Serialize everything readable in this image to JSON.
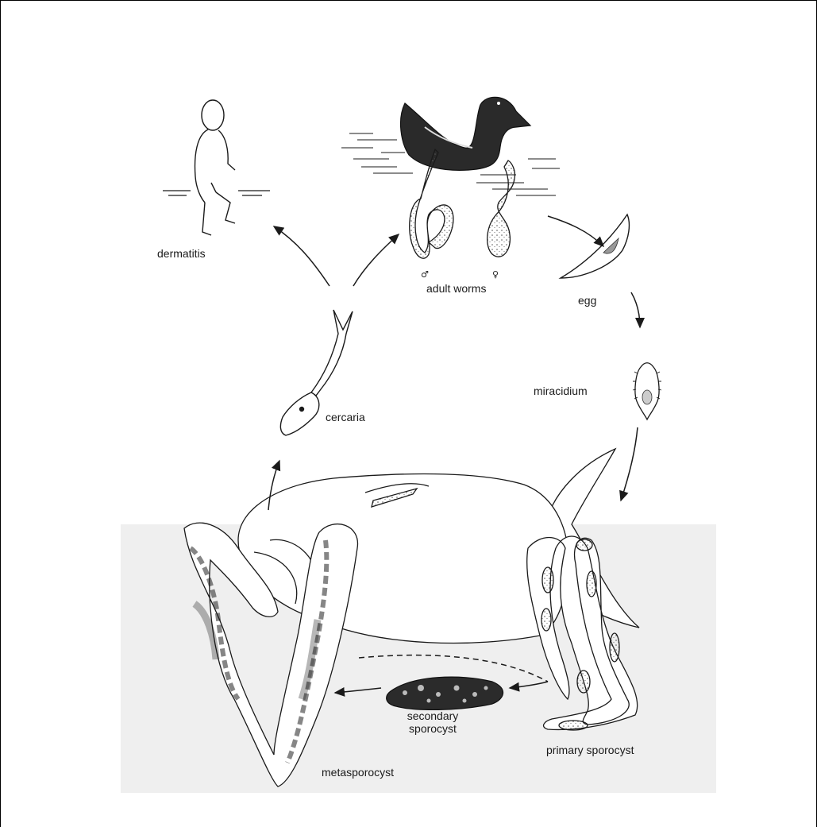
{
  "labels": {
    "dermatitis": "dermatitis",
    "adult_worms": "adult worms",
    "male_symbol": "♂",
    "female_symbol": "♀",
    "egg": "egg",
    "miracidium": "miracidium",
    "cercaria": "cercaria",
    "secondary_sporocyst_line1": "secondary",
    "secondary_sporocyst_line2": "sporocyst",
    "primary_sporocyst": "primary sporocyst",
    "metasporocyst": "metasporocyst"
  },
  "colors": {
    "ink": "#1a1a1a",
    "background_panel": "#efefef",
    "frame": "#000000"
  }
}
